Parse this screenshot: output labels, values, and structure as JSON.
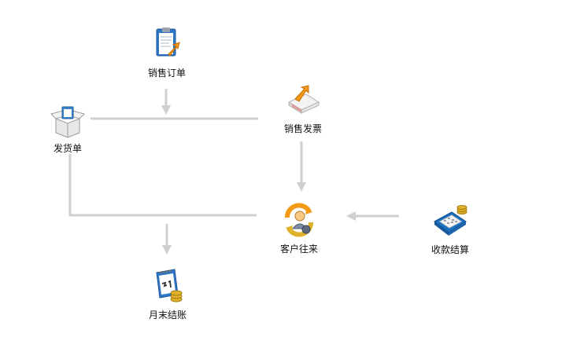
{
  "nodes": {
    "sales_order": {
      "label": "销售订单",
      "icon": "clipboard-arrow-icon"
    },
    "delivery_note": {
      "label": "发货单",
      "icon": "open-box-icon"
    },
    "sales_invoice": {
      "label": "销售发票",
      "icon": "invoice-stack-icon"
    },
    "customer_account": {
      "label": "客户往来",
      "icon": "customer-exchange-icon"
    },
    "receipt_settlement": {
      "label": "收款结算",
      "icon": "calculator-coins-icon"
    },
    "month_end_closing": {
      "label": "月末结账",
      "icon": "calendar-coins-icon"
    }
  },
  "colors": {
    "connector": "#cfcfcf",
    "text": "#111111",
    "accent_orange": "#f39a16",
    "accent_blue": "#2a7fc8",
    "accent_gold": "#e0b12a"
  }
}
